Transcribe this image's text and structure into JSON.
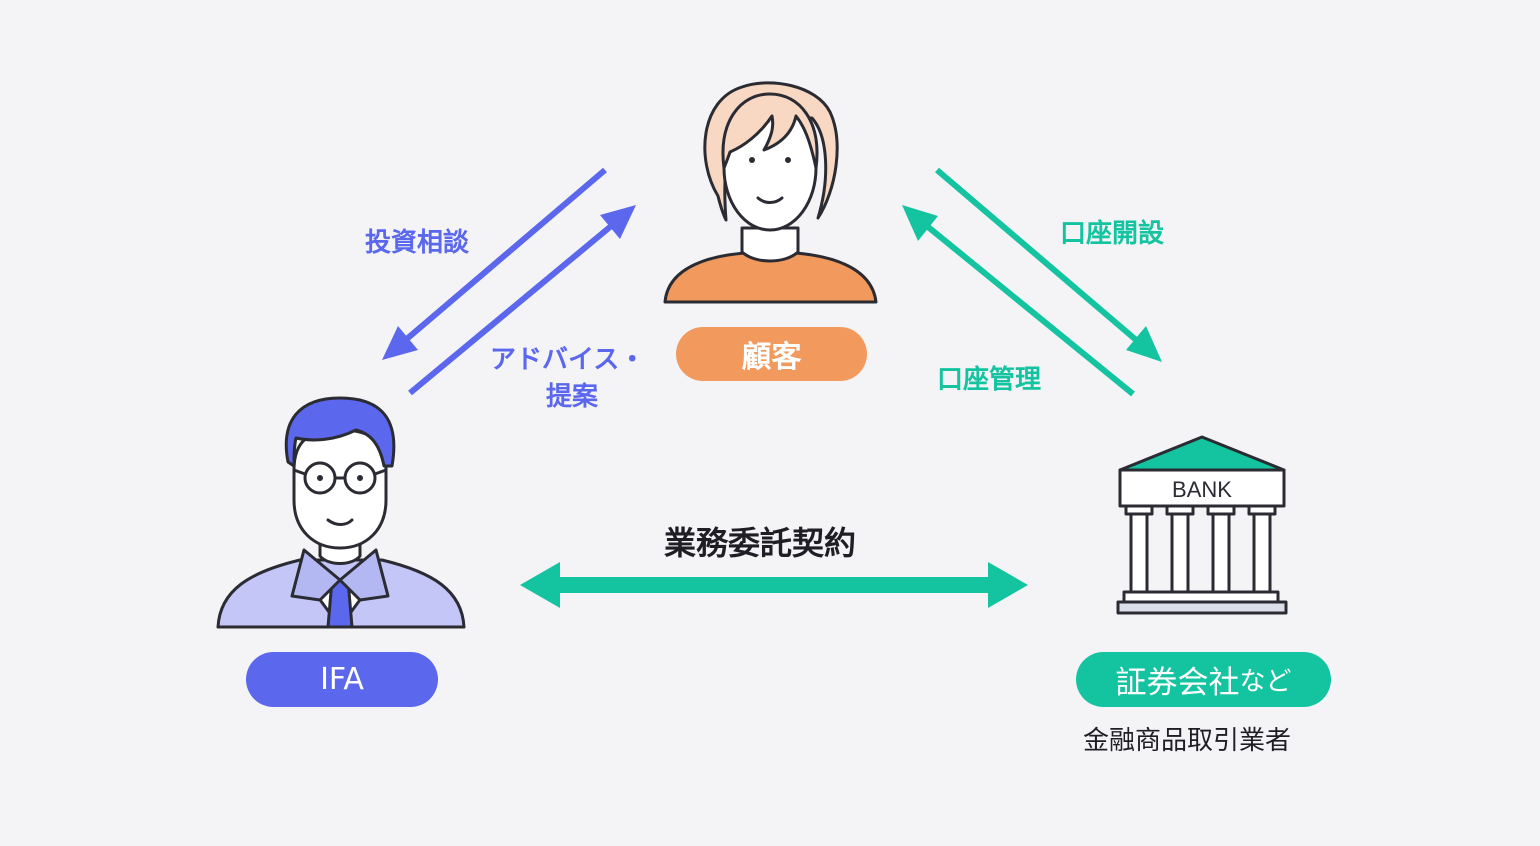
{
  "colors": {
    "background": "#f4f4f7",
    "ifa_purple": "#5b67ec",
    "bank_teal": "#14c4a0",
    "customer_orange": "#f29a5e",
    "line_dark": "#2b2b33"
  },
  "labels": {
    "invest_consult": "投資相談",
    "advice_line1": "アドバイス・",
    "advice_line2": "提案",
    "account_open": "口座開設",
    "account_manage": "口座管理",
    "contract": "業務委託契約",
    "bank_sign": "BANK"
  },
  "nodes": {
    "customer": {
      "label": "顧客",
      "icon": "customer-person-icon"
    },
    "ifa": {
      "label": "IFA",
      "icon": "ifa-businessman-icon"
    },
    "securities": {
      "label_main": "証券会社",
      "label_suffix": "など",
      "sublabel": "金融商品取引業者",
      "icon": "bank-building-icon"
    }
  }
}
